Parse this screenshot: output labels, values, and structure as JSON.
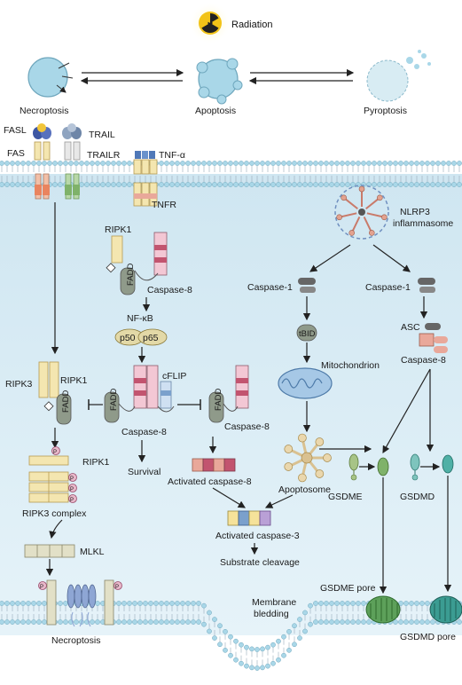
{
  "top": {
    "radiation": "Radiation",
    "necroptosis": "Necroptosis",
    "apoptosis": "Apoptosis",
    "pyroptosis": "Pyroptosis"
  },
  "receptors": {
    "fasl": "FASL",
    "fas": "FAS",
    "trail": "TRAIL",
    "trailr": "TRAILR",
    "tnfa": "TNF-α",
    "tnfr": "TNFR"
  },
  "pathway": {
    "ripk1_top": "RIPK1",
    "fadd": "FADD",
    "caspase8_top": "Caspase-8",
    "nfkb": "NF-κB",
    "p50": "p50",
    "p65": "p65",
    "cflip": "cFLIP",
    "ripk3": "RIPK3",
    "ripk1_mid": "RIPK1",
    "caspase8_mid": "Caspase-8",
    "caspase8_right": "Caspase-8",
    "survival": "Survival",
    "activated_caspase8": "Activated caspase-8",
    "ripk1_low": "RIPK1",
    "ripk3_complex": "RIPK3 complex",
    "mlkl": "MLKL",
    "necroptosis_bottom": "Necroptosis",
    "p_mark": "P"
  },
  "inflammasome": {
    "nlrp3": "NLRP3",
    "inflammasome": "inflammasome",
    "caspase1_left": "Caspase-1",
    "caspase1_right": "Caspase-1",
    "tbid": "tBID",
    "mitochondrion": "Mitochondrion",
    "asc": "ASC",
    "caspase8_asc": "Caspase-8",
    "apoptosome": "Apoptosome",
    "gsdme": "GSDME",
    "gsdmd": "GSDMD",
    "activated_caspase3": "Activated caspase-3",
    "substrate_cleavage": "Substrate cleavage",
    "membrane_blebbing": "Membrane",
    "membrane_blebbing2": "bledding",
    "gsdme_pore": "GSDME pore",
    "gsdmd_pore": "GSDMD pore"
  }
}
